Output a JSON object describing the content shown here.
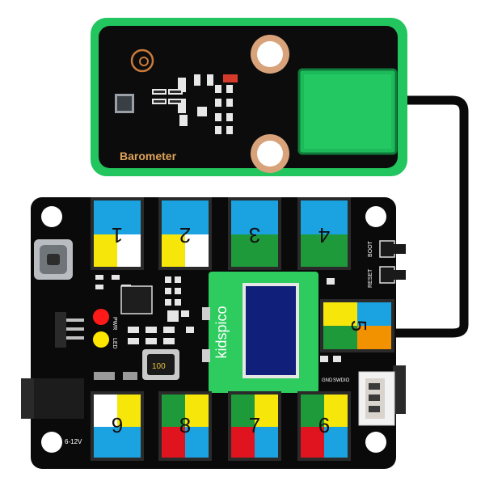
{
  "barometer": {
    "label": "Barometer"
  },
  "board": {
    "brand": "kidspico",
    "boot_label": "BOOT",
    "reset_label": "RESET",
    "voltage_label": "6-12V",
    "inductor_label": "100",
    "pwr_label": "PWR",
    "led_label": "LED",
    "gnd_label": "GND",
    "swdio_label": "SWDIO",
    "ports": [
      {
        "num": "1"
      },
      {
        "num": "2"
      },
      {
        "num": "3"
      },
      {
        "num": "4"
      },
      {
        "num": "5"
      },
      {
        "num": "6"
      },
      {
        "num": "7"
      },
      {
        "num": "8"
      },
      {
        "num": "9"
      }
    ]
  },
  "colors": {
    "module_green": "#22c55e",
    "pcb_black": "#0a0a0a",
    "port_blue": "#1aa3e0",
    "port_yellow": "#f7e60a",
    "port_green": "#1f9a3a",
    "port_red": "#e0141e",
    "port_orange": "#f39200",
    "oled_frame": "#2ecc5f",
    "oled_screen": "#10207a"
  }
}
